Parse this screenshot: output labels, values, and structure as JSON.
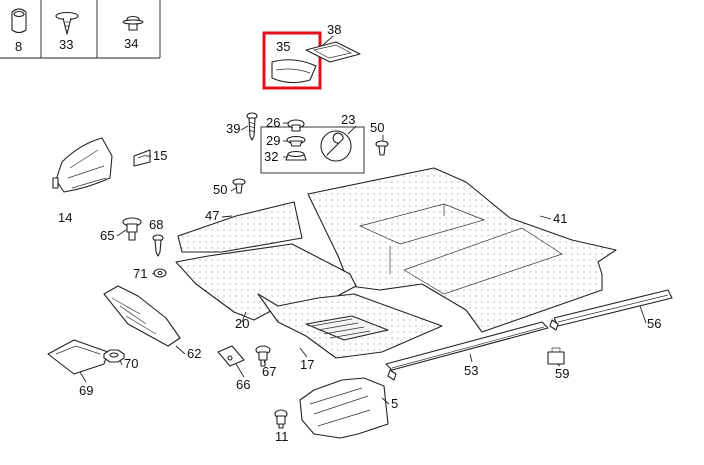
{
  "legend_cells": [
    {
      "label": "8",
      "icon": "grommet-icon"
    },
    {
      "label": "33",
      "icon": "push-clip-icon"
    },
    {
      "label": "34",
      "icon": "expanding-rivet-icon"
    }
  ],
  "callouts": {
    "c35": "35",
    "c38": "38",
    "c39": "39",
    "c26": "26",
    "c29": "29",
    "c32": "32",
    "c23": "23",
    "c50a": "50",
    "c15": "15",
    "c50b": "50",
    "c14": "14",
    "c47": "47",
    "c41": "41",
    "c65": "65",
    "c68": "68",
    "c71": "71",
    "c20": "20",
    "c62": "62",
    "c17": "17",
    "c70": "70",
    "c69": "69",
    "c66": "66",
    "c67": "67",
    "c53": "53",
    "c59": "59",
    "c56": "56",
    "c5": "5",
    "c11": "11"
  },
  "highlight": {
    "part": "35",
    "color": "#e0101c"
  }
}
